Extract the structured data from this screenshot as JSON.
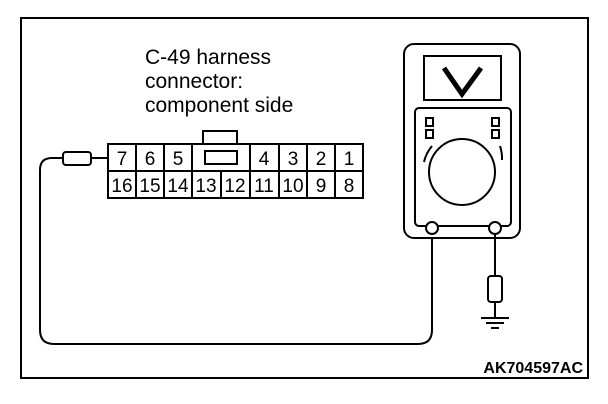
{
  "caption": {
    "line1": "C-49 harness",
    "line2": "connector:",
    "line3": "component side"
  },
  "connector": {
    "top_row": [
      "7",
      "6",
      "5",
      "",
      "4",
      "3",
      "2",
      "1"
    ],
    "bottom_row": [
      "16",
      "15",
      "14",
      "13",
      "12",
      "11",
      "10",
      "9",
      "8"
    ]
  },
  "figure_code": "AK704597AC"
}
